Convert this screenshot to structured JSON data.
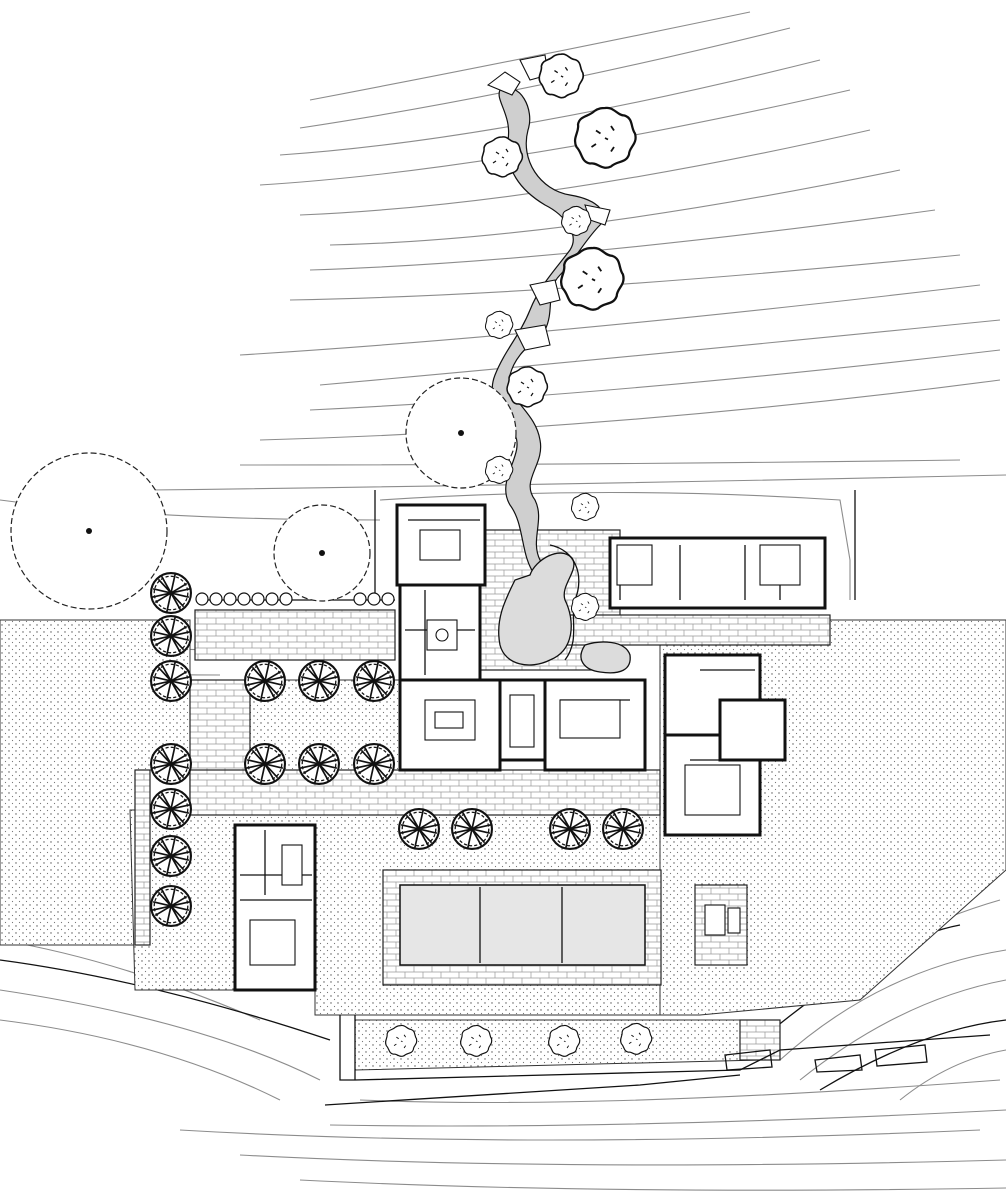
{
  "drawing": {
    "type": "site plan",
    "labels": []
  },
  "colors": {
    "line": "#111111",
    "contour": "#8c8c8c",
    "water": "#dcdcdc",
    "pool": "#e6e6e6",
    "paper": "#ffffff"
  },
  "legend_icons": [
    "tree-canopy",
    "clipped-tree",
    "shrub",
    "contour-line",
    "paving",
    "gravel"
  ]
}
